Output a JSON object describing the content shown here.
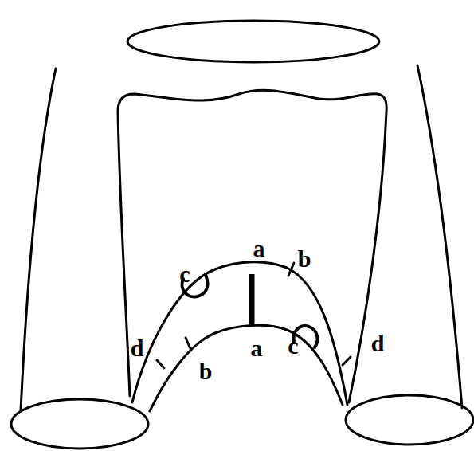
{
  "diagram": {
    "labels": [
      "a",
      "b",
      "c",
      "d",
      "a",
      "c",
      "d",
      "b"
    ]
  }
}
